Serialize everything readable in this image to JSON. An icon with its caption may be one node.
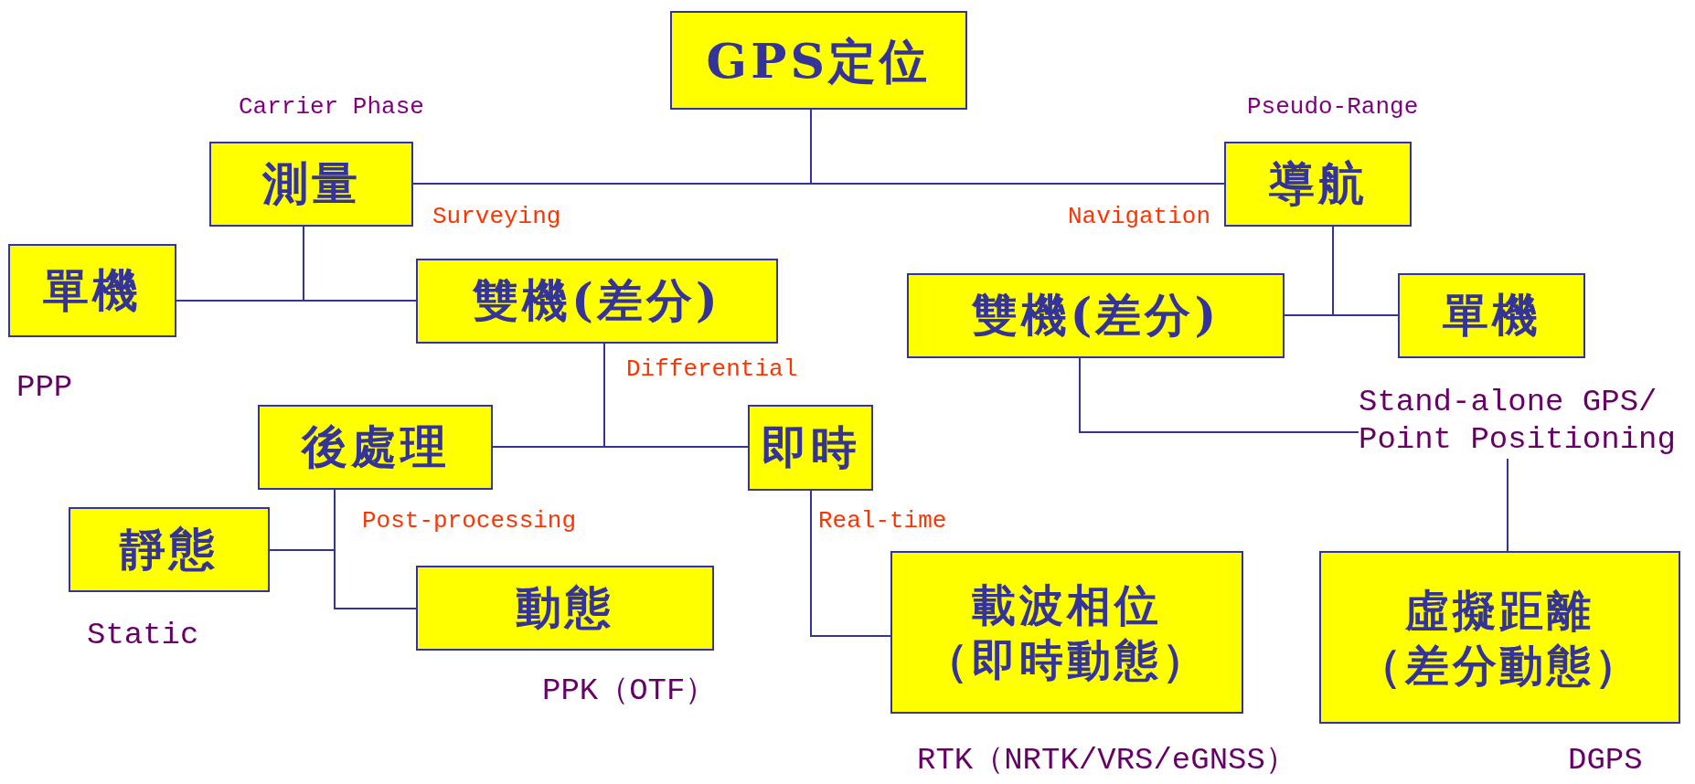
{
  "diagram": {
    "nodes": [
      {
        "text": [
          "GPS定位"
        ]
      },
      {
        "text": [
          "測量"
        ],
        "beside": [
          "Carrier Phase",
          "Surveying"
        ]
      },
      {
        "text": [
          "導航"
        ],
        "beside": [
          "Pseudo-Range",
          "Navigation"
        ]
      },
      {
        "text": [
          "單機"
        ],
        "beside": [
          "PPP"
        ]
      },
      {
        "text": [
          "雙機(差分)"
        ],
        "beside": [
          "Differential"
        ]
      },
      {
        "text": [
          "雙機(差分)"
        ]
      },
      {
        "text": [
          "單機"
        ],
        "beside": [
          "Stand-alone GPS/ Point Positioning"
        ]
      },
      {
        "text": [
          "後處理"
        ],
        "beside": [
          "Post-processing"
        ]
      },
      {
        "text": [
          "即時"
        ],
        "beside": [
          "Real-time"
        ]
      },
      {
        "text": [
          "靜態"
        ],
        "beside": [
          "Static"
        ]
      },
      {
        "text": [
          "動態"
        ],
        "beside": [
          "PPK（OTF）"
        ]
      },
      {
        "text": [
          "載波相位（即時動態）"
        ],
        "beside": [
          "RTK（NRTK/VRS/eGNSS）"
        ]
      },
      {
        "text": [
          "虛擬距離（差分動態）"
        ],
        "beside": [
          "DGPS"
        ]
      }
    ],
    "edges": [
      {
        "from": 0,
        "to": 1,
        "arrow": "none"
      },
      {
        "from": 0,
        "to": 2,
        "arrow": "none"
      },
      {
        "from": 1,
        "to": 3,
        "arrow": "none"
      },
      {
        "from": 1,
        "to": 4,
        "arrow": "none"
      },
      {
        "from": 2,
        "to": 5,
        "arrow": "none"
      },
      {
        "from": 2,
        "to": 6,
        "arrow": "none"
      },
      {
        "from": 4,
        "to": 7,
        "arrow": "none"
      },
      {
        "from": 4,
        "to": 8,
        "arrow": "none"
      },
      {
        "from": 7,
        "to": 9,
        "arrow": "none"
      },
      {
        "from": 7,
        "to": 10,
        "arrow": "none"
      },
      {
        "from": 8,
        "to": 11,
        "arrow": "none"
      },
      {
        "from": 5,
        "to": 12,
        "arrow": "none"
      }
    ]
  }
}
